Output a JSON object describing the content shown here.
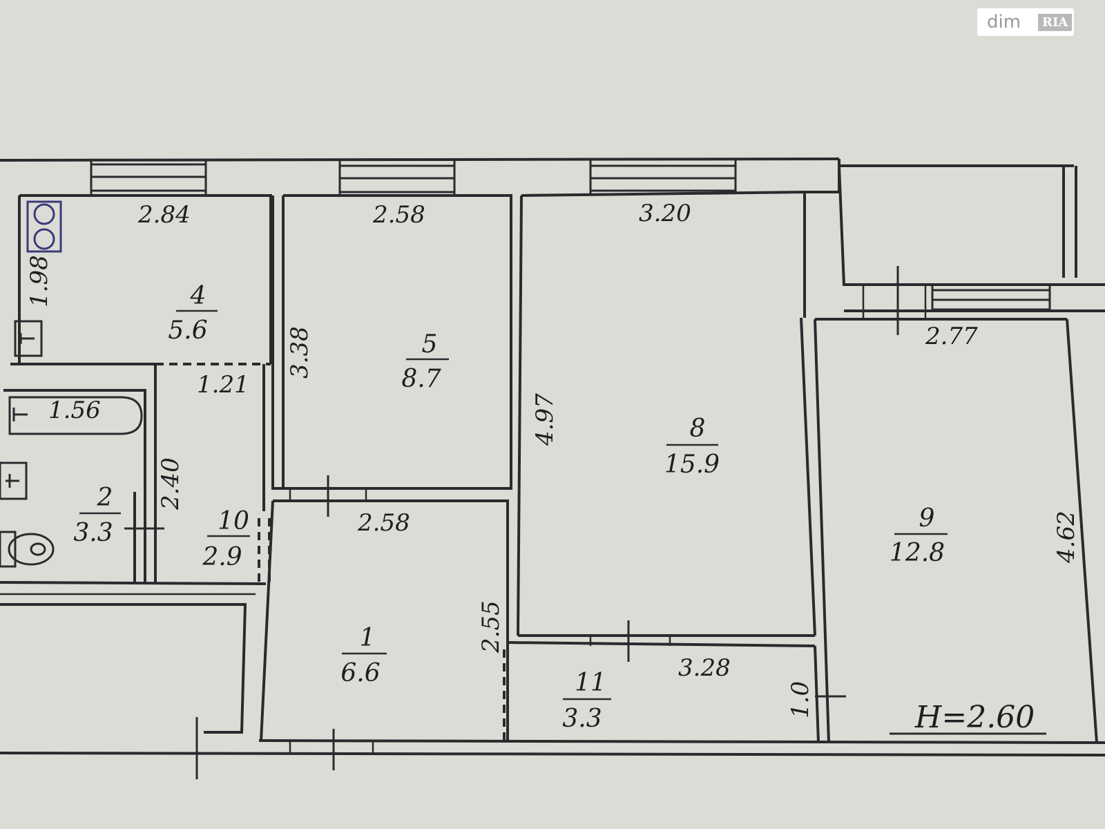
{
  "logo": {
    "text": "dim",
    "badge": "RIA"
  },
  "ceiling_height": "H=2.60",
  "rooms": [
    {
      "id": "room-1",
      "number": "1",
      "area": "6.6"
    },
    {
      "id": "room-2",
      "number": "2",
      "area": "3.3"
    },
    {
      "id": "room-4",
      "number": "4",
      "area": "5.6"
    },
    {
      "id": "room-5",
      "number": "5",
      "area": "8.7"
    },
    {
      "id": "room-8",
      "number": "8",
      "area": "15.9"
    },
    {
      "id": "room-9",
      "number": "9",
      "area": "12.8"
    },
    {
      "id": "room-10",
      "number": "10",
      "area": "2.9"
    },
    {
      "id": "room-11",
      "number": "11",
      "area": "3.3"
    }
  ],
  "dimensions": [
    "2.84",
    "2.58",
    "3.20",
    "1.98",
    "3.38",
    "2.77",
    "1.21",
    "1.56",
    "4.97",
    "2.40",
    "2.58",
    "4.62",
    "2.55",
    "3.28",
    "1.0"
  ]
}
